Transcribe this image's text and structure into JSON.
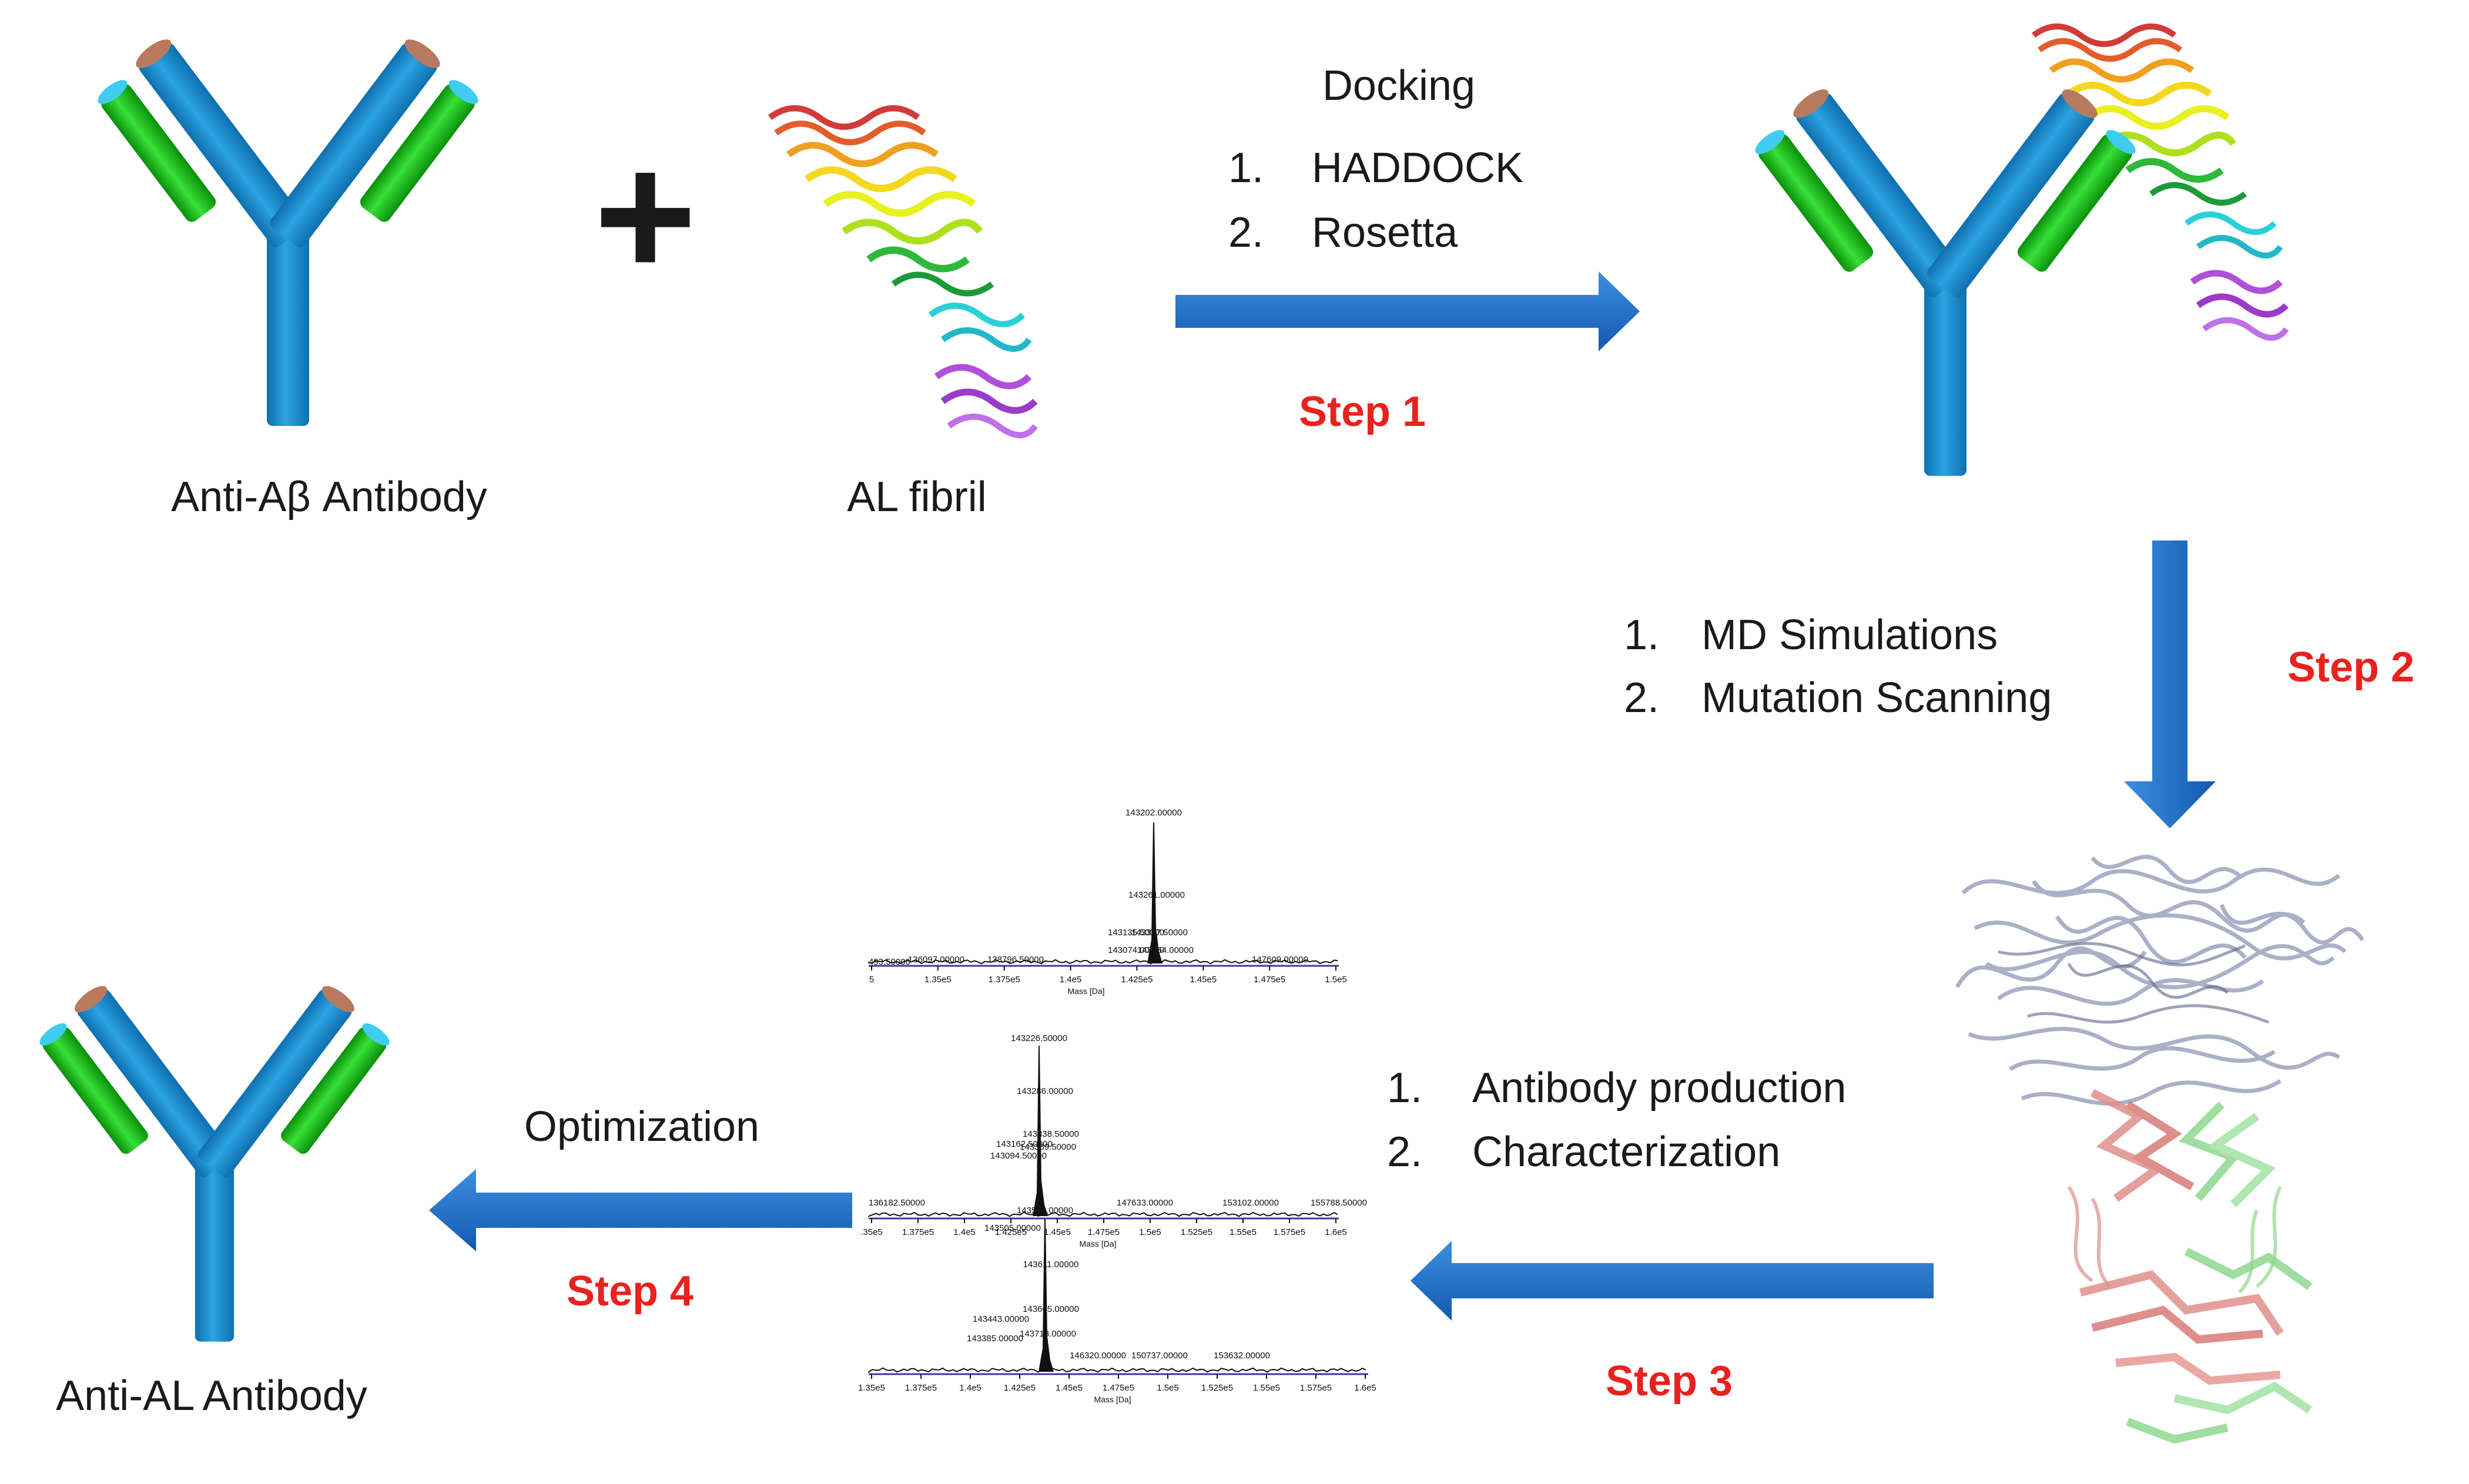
{
  "antibodies": {
    "anti_abeta": "Anti-Aβ Antibody",
    "anti_al": "Anti-AL Antibody"
  },
  "fibril_label": "AL fibril",
  "plus_sign": "+",
  "docking": {
    "heading": "Docking",
    "items": [
      {
        "num": "1.",
        "text": "HADDOCK"
      },
      {
        "num": "2.",
        "text": "Rosetta"
      }
    ]
  },
  "md": {
    "items": [
      {
        "num": "1.",
        "text": "MD Simulations"
      },
      {
        "num": "2.",
        "text": "Mutation Scanning"
      }
    ]
  },
  "production": {
    "items": [
      {
        "num": "1.",
        "text": "Antibody production"
      },
      {
        "num": "2.",
        "text": "Characterization"
      }
    ]
  },
  "optimization_label": "Optimization",
  "steps": {
    "step1": "Step 1",
    "step2": "Step 2",
    "step3": "Step 3",
    "step4": "Step 4"
  },
  "colors": {
    "antibody_blue": "#1e8fd0",
    "antibody_green": "#1fc21f",
    "antibody_tip": "#b87a5e",
    "arrow_blue": "#1f6fc9",
    "step_red": "#e8221e"
  },
  "spectra": [
    {
      "peak_labels": [
        "143202.00000",
        "143261.00000",
        "143135.50000",
        "143317.50000",
        "143074.00000",
        "143364.00000",
        "147609.00000",
        "136097.00000",
        "138796.50000",
        "493.50000"
      ],
      "ticks": [
        "5",
        "1.35e5",
        "1.375e5",
        "1.4e5",
        "1.425e5",
        "1.45e5",
        "1.475e5",
        "1.5e5"
      ],
      "xlabel": "Mass [Da]"
    },
    {
      "peak_labels": [
        "143226.50000",
        "143286.00000",
        "143338.50000",
        "143162.50000",
        "143389.50000",
        "143094.50000",
        "147633.00000",
        "153102.00000",
        "155788.50000",
        "136182.50000"
      ],
      "ticks": [
        ".35e5",
        "1.375e5",
        "1.4e5",
        "1.425e5",
        "1.45e5",
        "1.475e5",
        "1.5e5",
        "1.525e5",
        "1.55e5",
        "1.575e5",
        "1.6e5"
      ],
      "xlabel": "Mass [Da]"
    },
    {
      "peak_labels": [
        "143558.00000",
        "143505.00000",
        "143611.00000",
        "143665.00000",
        "143443.00000",
        "143718.00000",
        "143385.00000",
        "146320.00000",
        "150737.00000",
        "153632.00000"
      ],
      "ticks": [
        "1.35e5",
        "1.375e5",
        "1.4e5",
        "1.425e5",
        "1.45e5",
        "1.475e5",
        "1.5e5",
        "1.525e5",
        "1.55e5",
        "1.575e5",
        "1.6e5"
      ],
      "xlabel": "Mass [Da]"
    }
  ]
}
